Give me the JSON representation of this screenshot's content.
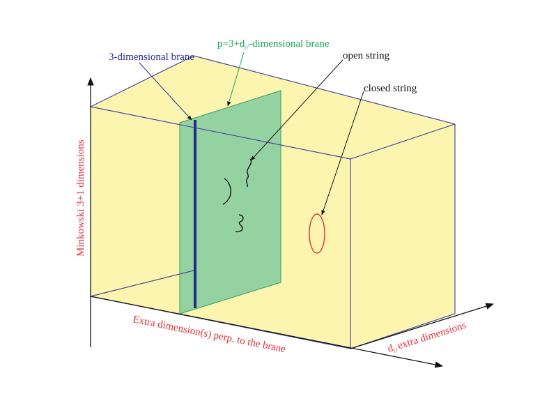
{
  "labels": {
    "brane_3d": "3-dimensional brane",
    "brane_p_prefix": "p=3+d",
    "brane_p_sub": "//",
    "brane_p_suffix": "-dimensional brane",
    "open_string": "open string",
    "closed_string": "closed string",
    "axis_vertical": "Minkowski 3+1 dimensions",
    "axis_perp": "Extra dimension(s) perp. to the brane",
    "axis_par_prefix": "d",
    "axis_par_sub": "//",
    "axis_par_suffix": "extra dimensions"
  },
  "colors": {
    "box_face": "#fbf5b0",
    "box_edge": "#4a4a9a",
    "green_brane": "#8fd0a0",
    "green_brane_edge": "#4da86a",
    "blue_brane": "#232a8c",
    "label_blue": "#2a2a9a",
    "label_green": "#12a64a",
    "label_red": "#e0303a",
    "closed_string": "#e0303a",
    "ink": "#111111"
  }
}
